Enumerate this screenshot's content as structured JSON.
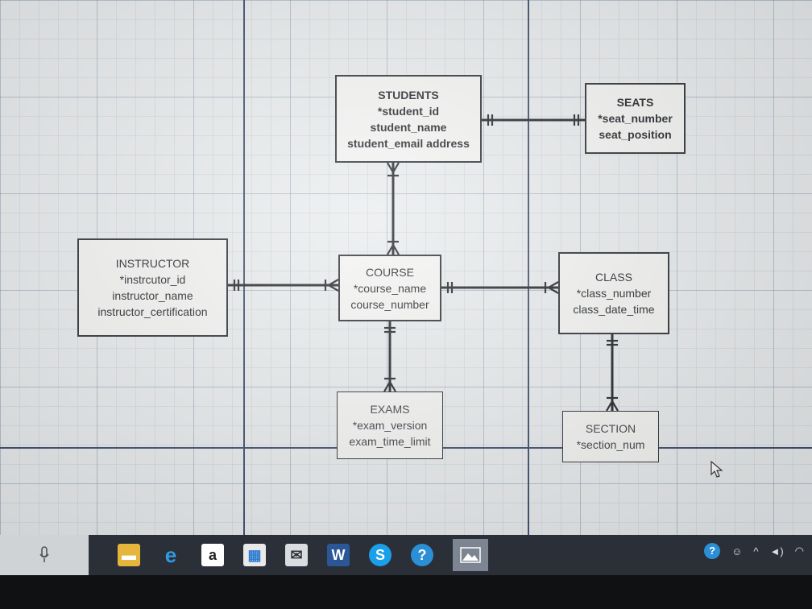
{
  "diagram": {
    "entities": [
      {
        "id": "students",
        "title": "STUDENTS",
        "attributes": [
          "*student_id",
          "student_name",
          "student_email address"
        ]
      },
      {
        "id": "seats",
        "title": "SEATS",
        "attributes": [
          "*seat_number",
          "seat_position"
        ]
      },
      {
        "id": "instructor",
        "title": "INSTRUCTOR",
        "attributes": [
          "*instrcutor_id",
          "instructor_name",
          "instructor_certification"
        ]
      },
      {
        "id": "course",
        "title": "COURSE",
        "attributes": [
          "*course_name",
          "course_number"
        ]
      },
      {
        "id": "class",
        "title": "CLASS",
        "attributes": [
          "*class_number",
          "class_date_time"
        ]
      },
      {
        "id": "exams",
        "title": "EXAMS",
        "attributes": [
          "*exam_version",
          "exam_time_limit"
        ]
      },
      {
        "id": "section",
        "title": "SECTION",
        "attributes": [
          "*section_num"
        ]
      }
    ],
    "relationships": [
      {
        "from": "students",
        "to": "seats",
        "from_end": "one",
        "to_end": "one"
      },
      {
        "from": "students",
        "to": "course",
        "from_end": "many",
        "to_end": "many"
      },
      {
        "from": "instructor",
        "to": "course",
        "from_end": "one",
        "to_end": "many"
      },
      {
        "from": "course",
        "to": "class",
        "from_end": "one",
        "to_end": "many"
      },
      {
        "from": "course",
        "to": "exams",
        "from_end": "one",
        "to_end": "many"
      },
      {
        "from": "class",
        "to": "section",
        "from_end": "one",
        "to_end": "many"
      }
    ]
  },
  "taskbar": {
    "icons": [
      "microphone-icon",
      "file-explorer-icon",
      "edge-icon",
      "amazon-icon",
      "store-icon",
      "mail-icon",
      "word-icon",
      "skype-icon",
      "help-icon",
      "photos-icon"
    ],
    "tray": [
      "help-icon",
      "people-icon",
      "chevron-up-icon",
      "volume-icon",
      "wifi-icon"
    ]
  },
  "colors": {
    "line": "#1f2226",
    "taskbar": "#2b2f38"
  }
}
